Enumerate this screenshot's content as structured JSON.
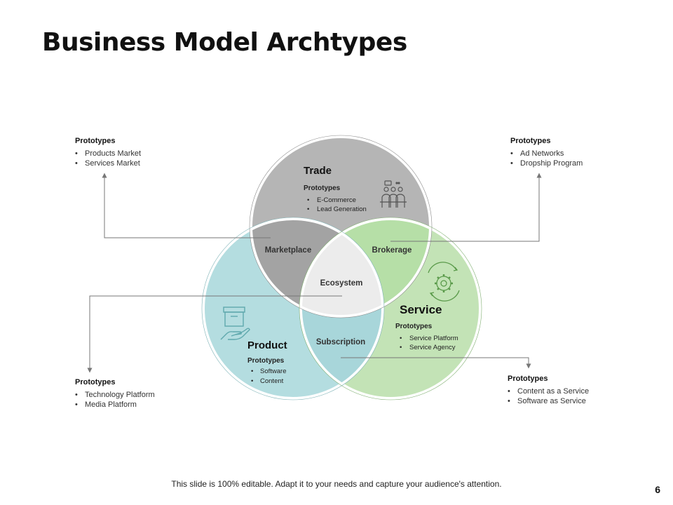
{
  "title": "Business Model Archtypes",
  "venn": {
    "trade": {
      "label": "Trade",
      "prototypes_heading": "Prototypes",
      "items": [
        "E-Commerce",
        "Lead Generation"
      ],
      "color": "#b5b5b5",
      "icon": "meeting-people-icon"
    },
    "service": {
      "label": "Service",
      "prototypes_heading": "Prototypes",
      "items": [
        "Service Platform",
        "Service Agency"
      ],
      "color": "#c3e3b6",
      "icon": "gear-cycle-icon"
    },
    "product": {
      "label": "Product",
      "prototypes_heading": "Prototypes",
      "items": [
        "Software",
        "Content"
      ],
      "color": "#b4dde0",
      "icon": "box-in-hand-icon"
    },
    "overlaps": {
      "marketplace": "Marketplace",
      "brokerage": "Brokerage",
      "subscription": "Subscription",
      "ecosystem": "Ecosystem"
    }
  },
  "callouts": {
    "top_left": {
      "heading": "Prototypes",
      "items": [
        "Products Market",
        "Services Market"
      ]
    },
    "top_right": {
      "heading": "Prototypes",
      "items": [
        "Ad Networks",
        "Dropship Program"
      ]
    },
    "bottom_left": {
      "heading": "Prototypes",
      "items": [
        "Technology Platform",
        "Media Platform"
      ]
    },
    "bottom_right": {
      "heading": "Prototypes",
      "items": [
        "Content as a Service",
        "Software as Service"
      ]
    }
  },
  "footer": "This slide is 100% editable. Adapt it to your needs and capture your audience's attention.",
  "page_number": "6"
}
